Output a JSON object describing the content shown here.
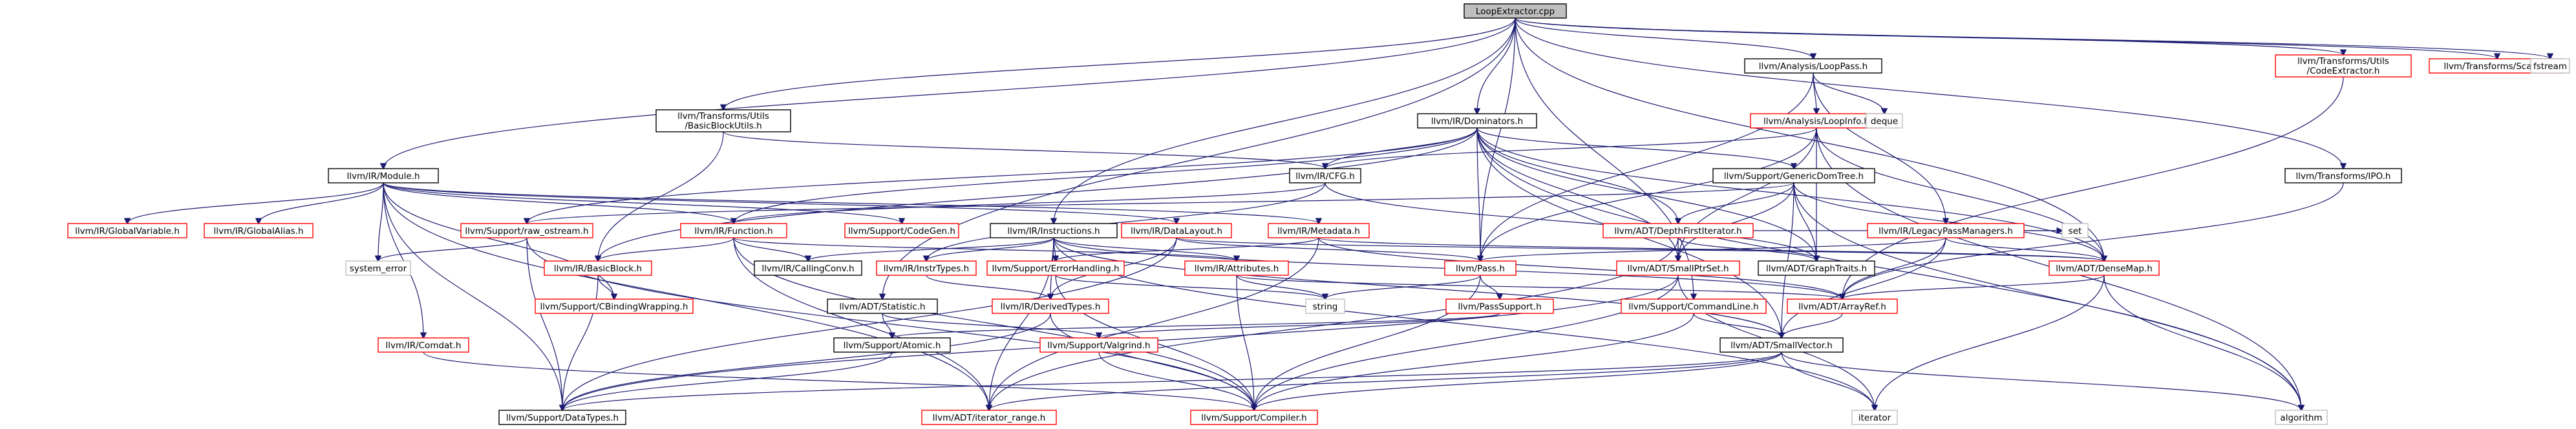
{
  "root": "LoopExtractor.cpp",
  "nodes": {
    "root": "LoopExtractor.cpp",
    "loop_pass_h": "llvm/Analysis/LoopPass.h",
    "code_extractor_h": [
      "llvm/Transforms/Utils",
      "/CodeExtractor.h"
    ],
    "scalar_h": "llvm/Transforms/Scalar.h",
    "fstream": "fstream",
    "dominators_h": "llvm/IR/Dominators.h",
    "basicblockutils_h": [
      "llvm/Transforms/Utils",
      "/BasicBlockUtils.h"
    ],
    "loopinfo_h": "llvm/Analysis/LoopInfo.h",
    "deque": "deque",
    "ipo_h": "llvm/Transforms/IPO.h",
    "module_h": "llvm/IR/Module.h",
    "cfg_h": "llvm/IR/CFG.h",
    "generic_domtree_h": "llvm/Support/GenericDomTree.h",
    "legacy_pass_managers_h": "llvm/IR/LegacyPassManagers.h",
    "global_variable_h": "llvm/IR/GlobalVariable.h",
    "global_alias_h": "llvm/IR/GlobalAlias.h",
    "raw_ostream_h": "llvm/Support/raw_ostream.h",
    "function_h": "llvm/IR/Function.h",
    "codegen_h": "llvm/Support/CodeGen.h",
    "instructions_h": "llvm/IR/Instructions.h",
    "datalayout_h": "llvm/IR/DataLayout.h",
    "metadata_h": "llvm/IR/Metadata.h",
    "depth_first_iterator_h": "llvm/ADT/DepthFirstIterator.h",
    "system_error": "system_error",
    "basicblock_h": "llvm/IR/BasicBlock.h",
    "calling_conv_h": "llvm/IR/CallingConv.h",
    "instr_types_h": "llvm/IR/InstrTypes.h",
    "error_handling_h": "llvm/Support/ErrorHandling.h",
    "attributes_h": "llvm/IR/Attributes.h",
    "pass_h": "llvm/Pass.h",
    "smallptrset_h": "llvm/ADT/SmallPtrSet.h",
    "graph_traits_h": "llvm/ADT/GraphTraits.h",
    "densemap_h": "llvm/ADT/DenseMap.h",
    "set": "set",
    "cbinding_wrapping_h": "llvm/Support/CBindingWrapping.h",
    "derived_types_h": "llvm/IR/DerivedTypes.h",
    "string": "string",
    "pass_support_h": "llvm/PassSupport.h",
    "command_line_h": "llvm/Support/CommandLine.h",
    "arrayref_h": "llvm/ADT/ArrayRef.h",
    "statistic_h": "llvm/ADT/Statistic.h",
    "comdat_h": "llvm/IR/Comdat.h",
    "atomic_h": "llvm/Support/Atomic.h",
    "valgrind_h": "llvm/Support/Valgrind.h",
    "smallvector_h": "llvm/ADT/SmallVector.h",
    "datatypes_h": "llvm/Support/DataTypes.h",
    "iterator_range_h": "llvm/ADT/iterator_range.h",
    "compiler_h": "llvm/Support/Compiler.h",
    "iterator": "iterator",
    "algorithm": "algorithm"
  }
}
